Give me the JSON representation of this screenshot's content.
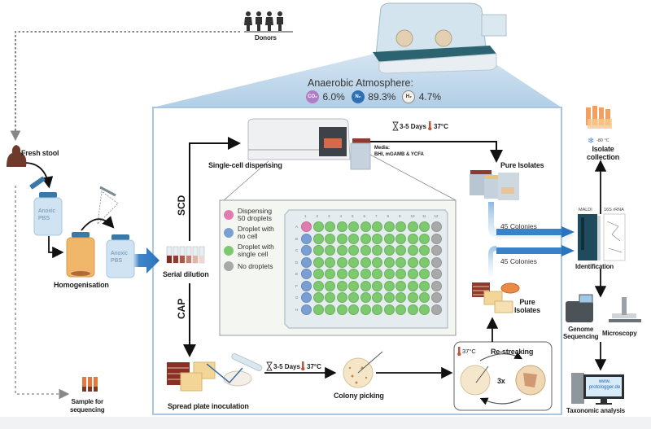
{
  "donors": {
    "label": "Donors",
    "count": 4
  },
  "anaerobic_atmosphere": {
    "title": "Anaerobic Atmosphere:",
    "gases": [
      {
        "symbol": "CO₂",
        "value": "6.0%",
        "color": "#b07cc6"
      },
      {
        "symbol": "N₂",
        "value": "89.3%",
        "color": "#2f6fb3"
      },
      {
        "symbol": "H₂",
        "value": "4.7%",
        "color": "#f4f1ea"
      }
    ]
  },
  "left_flow": {
    "fresh_stool": "Fresh stool",
    "bottle_label_1": "Anoxic",
    "bottle_label_2": "PBS",
    "homogenisation": "Homogenisation",
    "sample_for_sequencing": "Sample for\nsequencing"
  },
  "main": {
    "serial_dilution": "Serial dilution",
    "scd_label": "SCD",
    "cap_label": "CAP",
    "single_cell_dispensing": "Single-cell dispensing",
    "media_title": "Media:",
    "media_list": "BHI, mGAMB & YCFA",
    "incubation_time": "3-5 Days",
    "incubation_temp": "37°C",
    "pure_isolates_top": "Pure Isolates",
    "pure_isolates_bottom": "Pure\nIsolates",
    "colonies_top": "45 Colonies",
    "colonies_bottom": "45 Colonies",
    "spread_plate": "Spread plate inoculation",
    "colony_picking": "Colony picking",
    "restreaking": "Re-streaking",
    "restreak_temp": "37°C",
    "restreak_times": "3x"
  },
  "plate": {
    "legend": [
      {
        "label": "Dispensing\n50 droplets",
        "color": "#e07bb0"
      },
      {
        "label": "Droplet with\nno cell",
        "color": "#7a9fd4"
      },
      {
        "label": "Droplet with\nsingle cell",
        "color": "#7dc96e"
      },
      {
        "label": "No droplets",
        "color": "#a9a9a9"
      }
    ],
    "columns": [
      "1",
      "2",
      "3",
      "4",
      "5",
      "6",
      "7",
      "8",
      "9",
      "10",
      "11",
      "12"
    ],
    "rows": [
      "A",
      "B",
      "C",
      "D",
      "E",
      "F",
      "G",
      "H"
    ],
    "well_states": {
      "A1": "dispensing",
      "col1_other": "no-cell",
      "col2_11": "single-cell",
      "col12": "empty"
    }
  },
  "right_flow": {
    "isolate_collection": "Isolate\ncollection",
    "freezer_temp": "-80 °C",
    "maldi": "MALDI",
    "rrna": "16S rRNA",
    "identification": "Identification",
    "genome_sequencing": "Genome\nSequencing",
    "microscopy": "Microscopy",
    "website": "www.\nprotologger.de",
    "taxonomic_analysis": "Taxonomic analysis"
  }
}
